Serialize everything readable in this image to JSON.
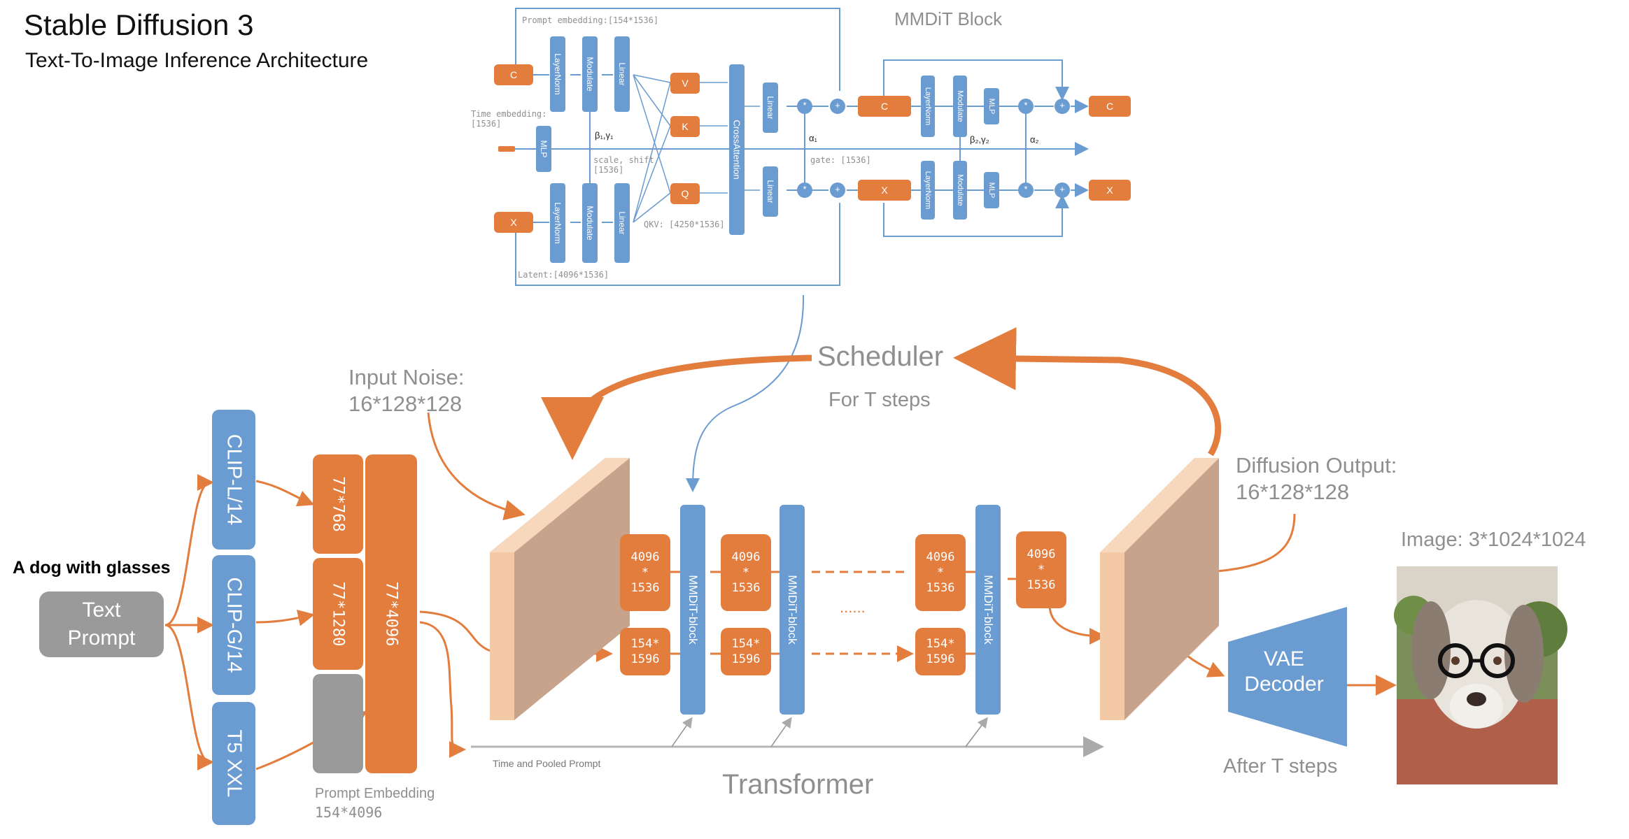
{
  "header": {
    "title": "Stable Diffusion 3",
    "subtitle": "Text-To-Image Inference Architecture"
  },
  "mmdit": {
    "title": "MMDiT Block",
    "prompt_embedding_label": "Prompt embedding:[154*1536]",
    "time_embedding_label": "Time embedding:",
    "time_embedding_dim": "[1536]",
    "latent_label": "Latent:[4096*1536]",
    "qkv_label": "QKV: [4250*1536]",
    "scale_shift_label": "scale, shift",
    "scale_shift_dim": "[1536]",
    "gate_label": "gate: [1536]",
    "beta1": "β₁,γ₁",
    "beta2": "β₂,γ₂",
    "alpha1": "α₁",
    "alpha2": "α₂",
    "c_label": "C",
    "x_label": "X",
    "v_label": "V",
    "k_label": "K",
    "q_label": "Q",
    "layernorm": "LayerNorm",
    "modulate": "Modulate",
    "linear": "Linear",
    "mlp": "MLP",
    "crossattention": "CrossAttention",
    "mult": "*",
    "plus": "+"
  },
  "pipeline": {
    "scheduler": "Scheduler",
    "for_t_steps": "For T steps",
    "input_noise": "Input Noise:",
    "input_noise_dim": "16*128*128",
    "diffusion_output": "Diffusion Output:",
    "diffusion_output_dim": "16*128*128",
    "image_label": "Image: 3*1024*1024",
    "prompt_caption": "A dog with glasses",
    "text_prompt_line1": "Text",
    "text_prompt_line2": "Prompt",
    "encoders": [
      "CLIP-L/14",
      "CLIP-G/14",
      "T5 XXL"
    ],
    "emb_768": "77*768",
    "emb_1280": "77*1280",
    "emb_4096": "77*4096",
    "prompt_embedding": "Prompt Embedding",
    "prompt_embedding_dim": "154*4096",
    "latent_token_line1": "4096",
    "latent_token_line2": "*",
    "latent_token_line3": "1536",
    "prompt_token_line1": "154*",
    "prompt_token_line2": "1596",
    "mmdit_block": "MMDiT-block",
    "ellipsis": "......",
    "time_pooled": "Time and Pooled Prompt",
    "transformer": "Transformer",
    "vae_line1": "VAE",
    "vae_line2": "Decoder",
    "after_t_steps": "After T steps"
  },
  "colors": {
    "blue": "#6a9bd1",
    "orange": "#e27d3e",
    "gray": "#9a9a9a",
    "label_gray": "#8f8f8f",
    "panel_front": "#f3c9a6",
    "panel_face": "#c7a38c"
  }
}
